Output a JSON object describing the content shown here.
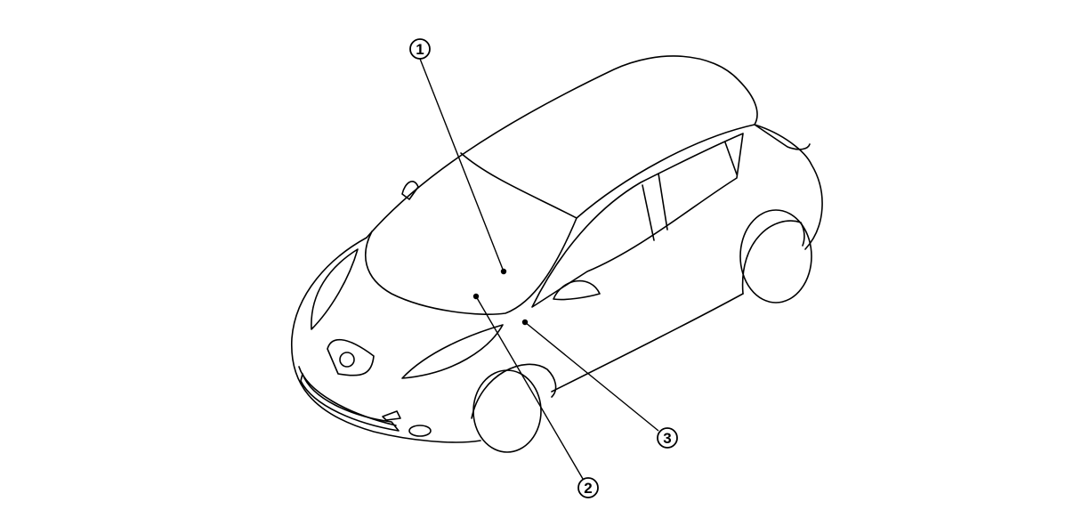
{
  "diagram": {
    "subject": "vehicle-top-front-view",
    "line_color": "#000000",
    "background": "#ffffff",
    "callouts": [
      {
        "id": "1",
        "label": "1"
      },
      {
        "id": "2",
        "label": "2"
      },
      {
        "id": "3",
        "label": "3"
      }
    ]
  }
}
